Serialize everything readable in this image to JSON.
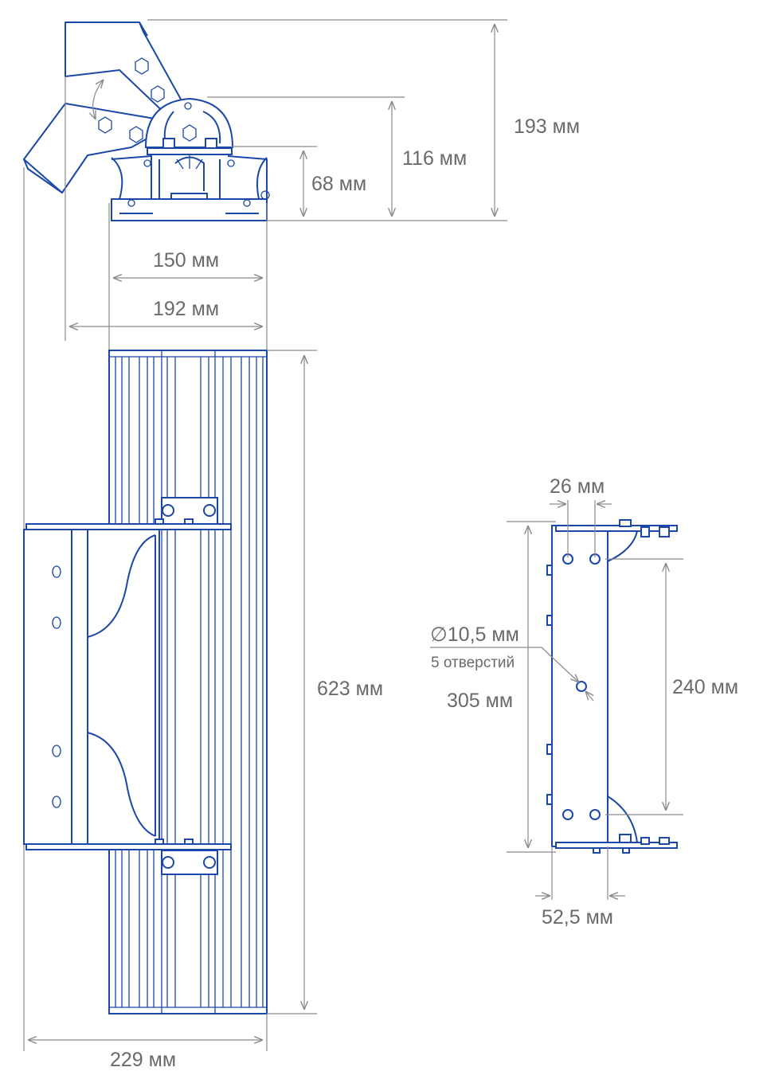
{
  "colors": {
    "line": "#1a47a8",
    "dimension": "#8a8a8a",
    "text": "#6a6a6a"
  },
  "dimensions": {
    "top_height_total": "193 мм",
    "top_height_mid": "116 мм",
    "top_height_base": "68 мм",
    "base_width": "150 мм",
    "bracket_width": "192 мм",
    "length": "623 мм",
    "total_width": "229 мм",
    "hole_spacing_top": "26 мм",
    "hole_diameter": "∅10,5 мм",
    "hole_count": "5 отверстий",
    "bracket_length": "305 мм",
    "hole_spacing_vertical": "240 мм",
    "bracket_depth": "52,5 мм"
  }
}
